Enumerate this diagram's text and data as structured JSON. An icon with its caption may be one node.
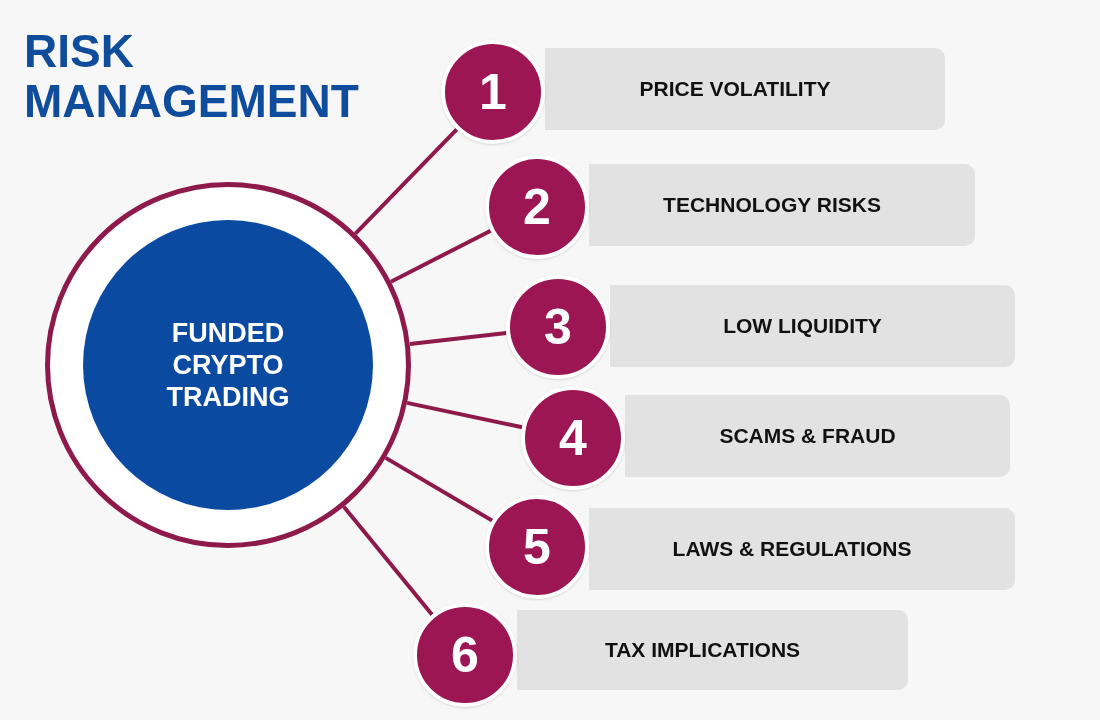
{
  "diagram": {
    "title": "RISK MANAGEMENT",
    "nodes": [
      {
        "text": [
          "FUNDED CRYPTO TRADING"
        ]
      },
      {
        "text": [
          "PRICE VOLATILITY"
        ]
      },
      {
        "text": [
          "1"
        ]
      },
      {
        "text": [
          "TECHNOLOGY RISKS"
        ]
      },
      {
        "text": [
          "2"
        ]
      },
      {
        "text": [
          "LOW LIQUIDITY"
        ]
      },
      {
        "text": [
          "3"
        ]
      },
      {
        "text": [
          "SCAMS & FRAUD"
        ]
      },
      {
        "text": [
          "4"
        ]
      },
      {
        "text": [
          "LAWS & REGULATIONS"
        ]
      },
      {
        "text": [
          "5"
        ]
      },
      {
        "text": [
          "TAX IMPLICATIONS"
        ]
      },
      {
        "text": [
          "6"
        ]
      }
    ],
    "edges": [
      {
        "from": 0,
        "to": 2,
        "arrow": "none"
      },
      {
        "from": 0,
        "to": 4,
        "arrow": "none"
      },
      {
        "from": 0,
        "to": 6,
        "arrow": "none"
      },
      {
        "from": 0,
        "to": 8,
        "arrow": "none"
      },
      {
        "from": 0,
        "to": 10,
        "arrow": "none"
      },
      {
        "from": 0,
        "to": 12,
        "arrow": "none"
      }
    ]
  }
}
